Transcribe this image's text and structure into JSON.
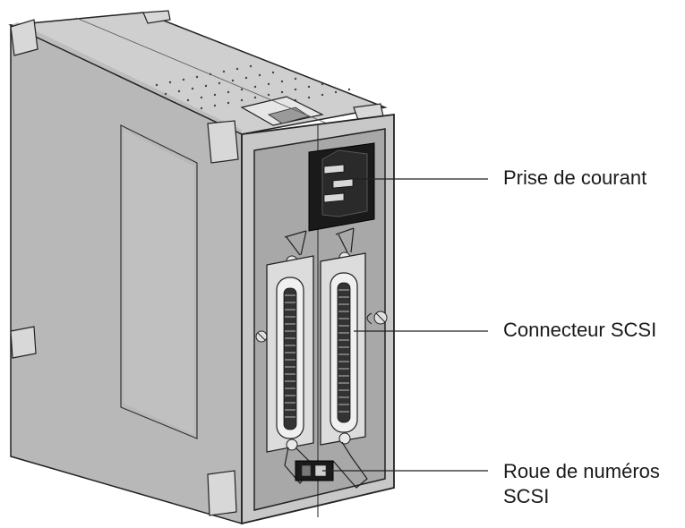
{
  "callouts": {
    "power_socket": "Prise de courant",
    "scsi_connector": "Connecteur SCSI",
    "scsi_id_wheel_line1": "Roue de numéros",
    "scsi_id_wheel_line2": "SCSI"
  },
  "colors": {
    "body_light": "#d0d0d0",
    "body_mid": "#b8b8b8",
    "body_dark": "#8e8e8e",
    "panel": "#a6a6a6",
    "outline": "#222222",
    "socket": "#1a1a1a"
  }
}
